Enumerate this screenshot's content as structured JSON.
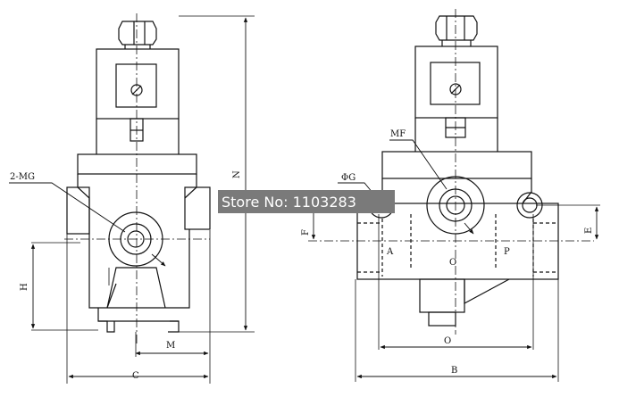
{
  "left_view": {
    "callout": "2-MG",
    "dim_h": "H",
    "dim_m": "M",
    "dim_c": "C",
    "dim_n": "N"
  },
  "right_view": {
    "callout_mf": "MF",
    "callout_g": "ΦG",
    "dim_f": "F",
    "dim_e": "E",
    "port_a": "A",
    "port_o": "O",
    "port_p": "P",
    "dim_o": "O",
    "dim_b": "B"
  },
  "watermark": {
    "text": "Store No: 1103283"
  }
}
